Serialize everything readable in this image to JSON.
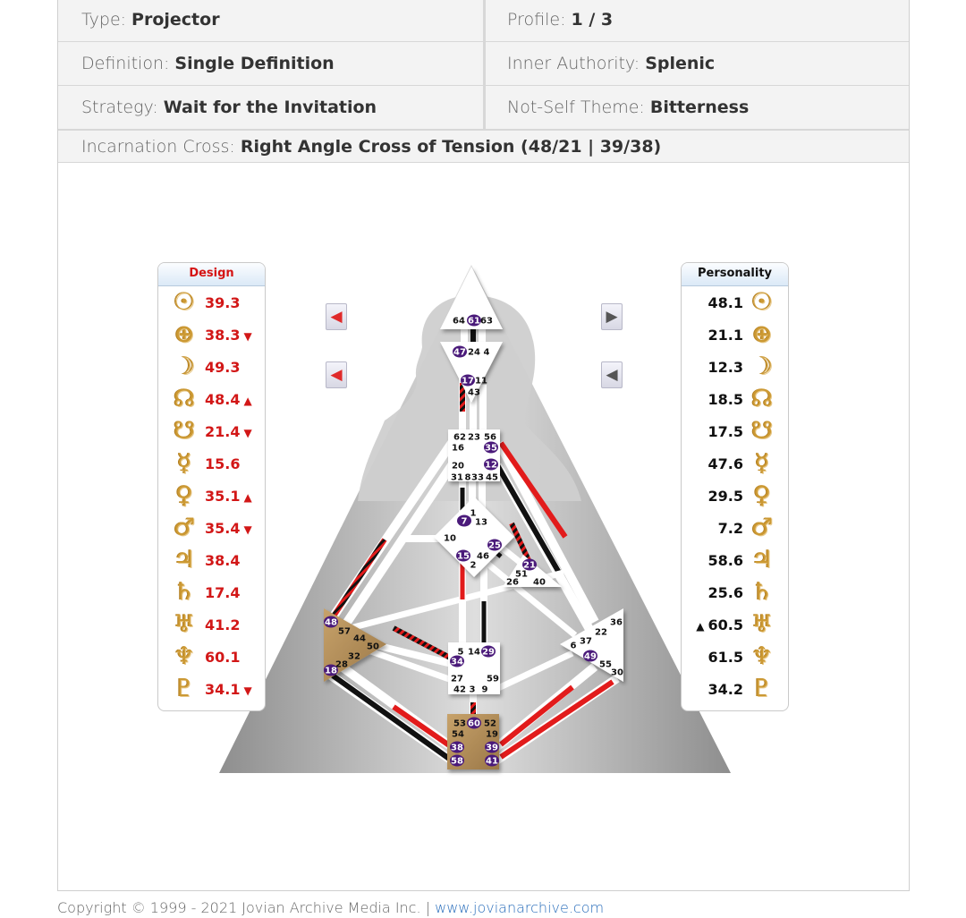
{
  "summary": {
    "type": {
      "label": "Type:",
      "value": "Projector"
    },
    "profile": {
      "label": "Profile:",
      "value": "1 / 3"
    },
    "definition": {
      "label": "Definition:",
      "value": "Single Definition"
    },
    "inner_authority": {
      "label": "Inner Authority:",
      "value": "Splenic"
    },
    "strategy": {
      "label": "Strategy:",
      "value": "Wait for the Invitation"
    },
    "not_self_theme": {
      "label": "Not-Self Theme:",
      "value": "Bitterness"
    },
    "incarnation_cross": {
      "label": "Incarnation Cross:",
      "value": "Right Angle Cross of Tension (48/21 | 39/38)"
    }
  },
  "design": {
    "title": "Design",
    "rows": [
      {
        "icon": "sun-icon",
        "glyph": "☉",
        "value": "39.3",
        "arrow": ""
      },
      {
        "icon": "earth-icon",
        "glyph": "⊕",
        "value": "38.3",
        "arrow": "▼"
      },
      {
        "icon": "moon-icon",
        "glyph": "☽",
        "value": "49.3",
        "arrow": ""
      },
      {
        "icon": "north-node-icon",
        "glyph": "☊",
        "value": "48.4",
        "arrow": "▲"
      },
      {
        "icon": "south-node-icon",
        "glyph": "☋",
        "value": "21.4",
        "arrow": "▼"
      },
      {
        "icon": "mercury-icon",
        "glyph": "☿",
        "value": "15.6",
        "arrow": ""
      },
      {
        "icon": "venus-icon",
        "glyph": "♀",
        "value": "35.1",
        "arrow": "▲"
      },
      {
        "icon": "mars-icon",
        "glyph": "♂",
        "value": "35.4",
        "arrow": "▼"
      },
      {
        "icon": "jupiter-icon",
        "glyph": "♃",
        "value": "38.4",
        "arrow": ""
      },
      {
        "icon": "saturn-icon",
        "glyph": "♄",
        "value": "17.4",
        "arrow": ""
      },
      {
        "icon": "uranus-icon",
        "glyph": "♅",
        "value": "41.2",
        "arrow": ""
      },
      {
        "icon": "neptune-icon",
        "glyph": "♆",
        "value": "60.1",
        "arrow": ""
      },
      {
        "icon": "pluto-icon",
        "glyph": "♇",
        "value": "34.1",
        "arrow": "▼"
      }
    ]
  },
  "personality": {
    "title": "Personality",
    "rows": [
      {
        "icon": "sun-icon",
        "glyph": "☉",
        "value": "48.1",
        "arrow": ""
      },
      {
        "icon": "earth-icon",
        "glyph": "⊕",
        "value": "21.1",
        "arrow": ""
      },
      {
        "icon": "moon-icon",
        "glyph": "☽",
        "value": "12.3",
        "arrow": ""
      },
      {
        "icon": "north-node-icon",
        "glyph": "☊",
        "value": "18.5",
        "arrow": ""
      },
      {
        "icon": "south-node-icon",
        "glyph": "☋",
        "value": "17.5",
        "arrow": ""
      },
      {
        "icon": "mercury-icon",
        "glyph": "☿",
        "value": "47.6",
        "arrow": ""
      },
      {
        "icon": "venus-icon",
        "glyph": "♀",
        "value": "29.5",
        "arrow": ""
      },
      {
        "icon": "mars-icon",
        "glyph": "♂",
        "value": "7.2",
        "arrow": ""
      },
      {
        "icon": "jupiter-icon",
        "glyph": "♃",
        "value": "58.6",
        "arrow": ""
      },
      {
        "icon": "saturn-icon",
        "glyph": "♄",
        "value": "25.6",
        "arrow": ""
      },
      {
        "icon": "uranus-icon",
        "glyph": "♅",
        "value": "60.5",
        "arrow": "▲"
      },
      {
        "icon": "neptune-icon",
        "glyph": "♆",
        "value": "61.5",
        "arrow": ""
      },
      {
        "icon": "pluto-icon",
        "glyph": "♇",
        "value": "34.2",
        "arrow": ""
      }
    ]
  },
  "nav": {
    "prev_glyph": "◀",
    "next_glyph": "▶"
  },
  "bodygraph": {
    "colors": {
      "design": "#e21b1b",
      "personality": "#111111",
      "gate_badge": "#4a1a7a",
      "defined_center": "#b08a4e"
    },
    "centers": {
      "head": {
        "name": "Head",
        "gates": [
          "64",
          "61",
          "63"
        ],
        "active": [
          "61"
        ]
      },
      "ajna": {
        "name": "Ajna",
        "gates": [
          "47",
          "24",
          "4",
          "17",
          "11",
          "43"
        ],
        "active": [
          "47",
          "17"
        ]
      },
      "throat": {
        "name": "Throat",
        "gates": [
          "62",
          "23",
          "56",
          "16",
          "35",
          "20",
          "12",
          "31",
          "8",
          "33",
          "45"
        ],
        "active": [
          "35",
          "12"
        ]
      },
      "g": {
        "name": "G",
        "gates": [
          "1",
          "7",
          "13",
          "10",
          "25",
          "15",
          "46",
          "2"
        ],
        "active": [
          "7",
          "25",
          "15"
        ]
      },
      "ego": {
        "name": "Ego",
        "gates": [
          "21",
          "51",
          "26",
          "40"
        ],
        "active": [
          "21"
        ]
      },
      "spleen": {
        "name": "Spleen",
        "gates": [
          "48",
          "57",
          "44",
          "50",
          "32",
          "28",
          "18"
        ],
        "active": [
          "48",
          "18"
        ]
      },
      "sacral": {
        "name": "Sacral",
        "gates": [
          "5",
          "14",
          "29",
          "34",
          "27",
          "59",
          "42",
          "3",
          "9"
        ],
        "active": [
          "29",
          "34"
        ]
      },
      "solar": {
        "name": "Solar Plexus",
        "gates": [
          "36",
          "22",
          "37",
          "6",
          "49",
          "55",
          "30"
        ],
        "active": [
          "49"
        ]
      },
      "root": {
        "name": "Root",
        "gates": [
          "53",
          "60",
          "52",
          "54",
          "19",
          "38",
          "39",
          "58",
          "41"
        ],
        "active": [
          "60",
          "38",
          "39",
          "58",
          "41"
        ]
      }
    }
  },
  "footer": {
    "copyright": "Copyright © 1999 - 2021 Jovian Archive Media Inc.  |",
    "link": "www.jovianarchive.com"
  }
}
